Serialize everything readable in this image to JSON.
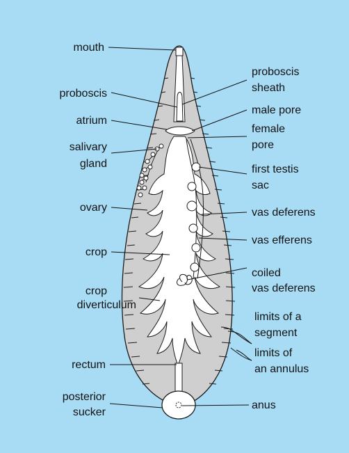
{
  "colors": {
    "background": "#a8dcf5",
    "body_fill": "#cfcfcf",
    "organ_fill": "#ffffff",
    "outline": "#1a1a1a"
  },
  "labels": {
    "left": {
      "mouth": "mouth",
      "proboscis": "proboscis",
      "atrium": "atrium",
      "salivary_gland": [
        "salivary",
        "gland"
      ],
      "ovary": "ovary",
      "crop": "crop",
      "crop_diverticulum": [
        "crop",
        "diverticulum"
      ],
      "rectum": "rectum",
      "posterior_sucker": [
        "posterior",
        "sucker"
      ]
    },
    "right": {
      "proboscis_sheath": [
        "proboscis",
        "sheath"
      ],
      "male_pore": "male pore",
      "female_pore": [
        "female",
        "pore"
      ],
      "first_testis_sac": [
        "first testis",
        "sac"
      ],
      "vas_deferens": "vas deferens",
      "vas_efferens": "vas efferens",
      "coiled_vas_deferens": [
        "coiled",
        "vas deferens"
      ],
      "limits_of_a_segment": [
        "limits of a",
        "segment"
      ],
      "limits_of_an_annulus": [
        "limits of",
        "an annulus"
      ],
      "anus": "anus"
    }
  }
}
